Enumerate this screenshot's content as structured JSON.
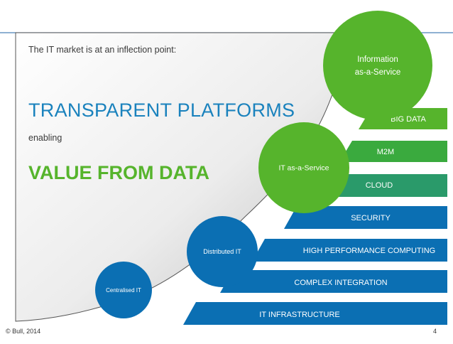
{
  "intro_text": "The IT market is at an inflection point:",
  "headline": "TRANSPARENT PLATFORMS",
  "connector": "enabling",
  "value_headline": "VALUE FROM DATA",
  "layers": [
    {
      "label": "IT INFRASTRUCTURE",
      "color": "#0b6fb3"
    },
    {
      "label": "COMPLEX INTEGRATION",
      "color": "#0b6fb3"
    },
    {
      "label": "HIGH PERFORMANCE COMPUTING",
      "color": "#0b6fb3"
    },
    {
      "label": "SECURITY",
      "color": "#0b6fb3"
    },
    {
      "label": "CLOUD",
      "color": "#2a9a6a"
    },
    {
      "label": "M2M",
      "color": "#3aaa3e"
    },
    {
      "label": "BIG DATA",
      "color": "#56b42c"
    }
  ],
  "stages": [
    {
      "label": "Centralised IT",
      "color": "#0b6fb3"
    },
    {
      "label": "Distributed IT",
      "color": "#0b6fb3"
    },
    {
      "label": "IT as-a-Service",
      "color": "#56b42c"
    },
    {
      "label": "Information as-a-Service",
      "color": "#56b42c"
    }
  ],
  "footer": {
    "copyright": "© Bull, 2014",
    "page_number": "4"
  },
  "colors": {
    "blue": "#1a82bd",
    "green": "#56b42c",
    "bar_blue": "#0b6fb3"
  }
}
